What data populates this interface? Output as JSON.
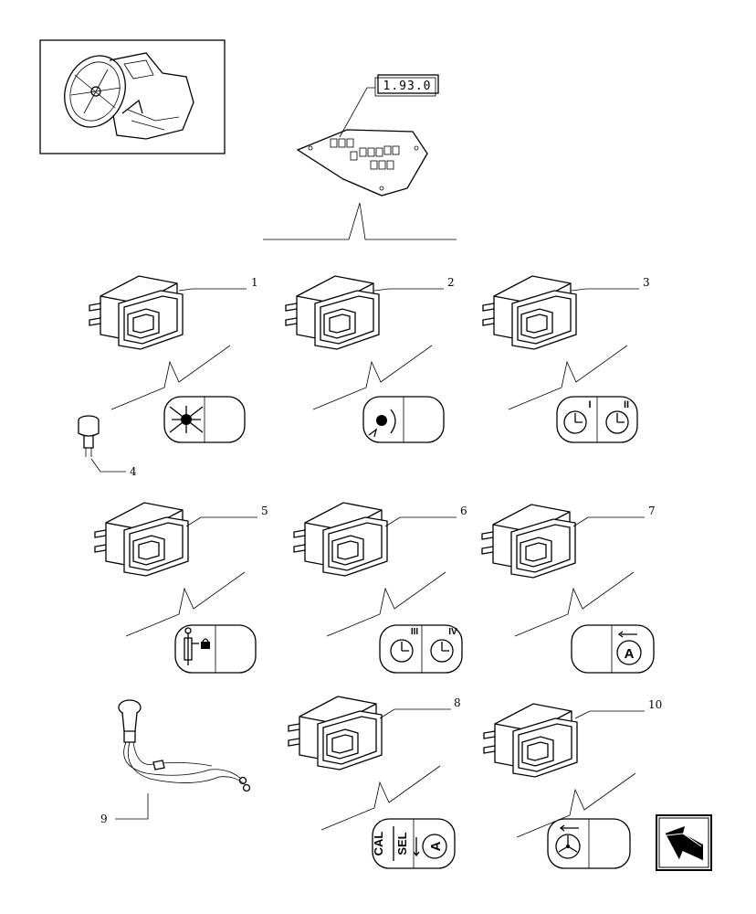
{
  "reference_label": "1.93.0",
  "callouts": {
    "c1": "1",
    "c2": "2",
    "c3": "3",
    "c4": "4",
    "c5": "5",
    "c6": "6",
    "c7": "7",
    "c8": "8",
    "c9": "9",
    "c10": "10"
  },
  "symbol_labels": {
    "roman_1": "I",
    "roman_2": "II",
    "roman_3": "III",
    "roman_4": "IV",
    "cal": "CAL",
    "sel": "SEL",
    "auto_a": "A",
    "auto_a2": "A"
  },
  "icons": [
    "tractor-cab-thumbnail-icon",
    "switch-icon",
    "navigation-arrow-icon"
  ]
}
